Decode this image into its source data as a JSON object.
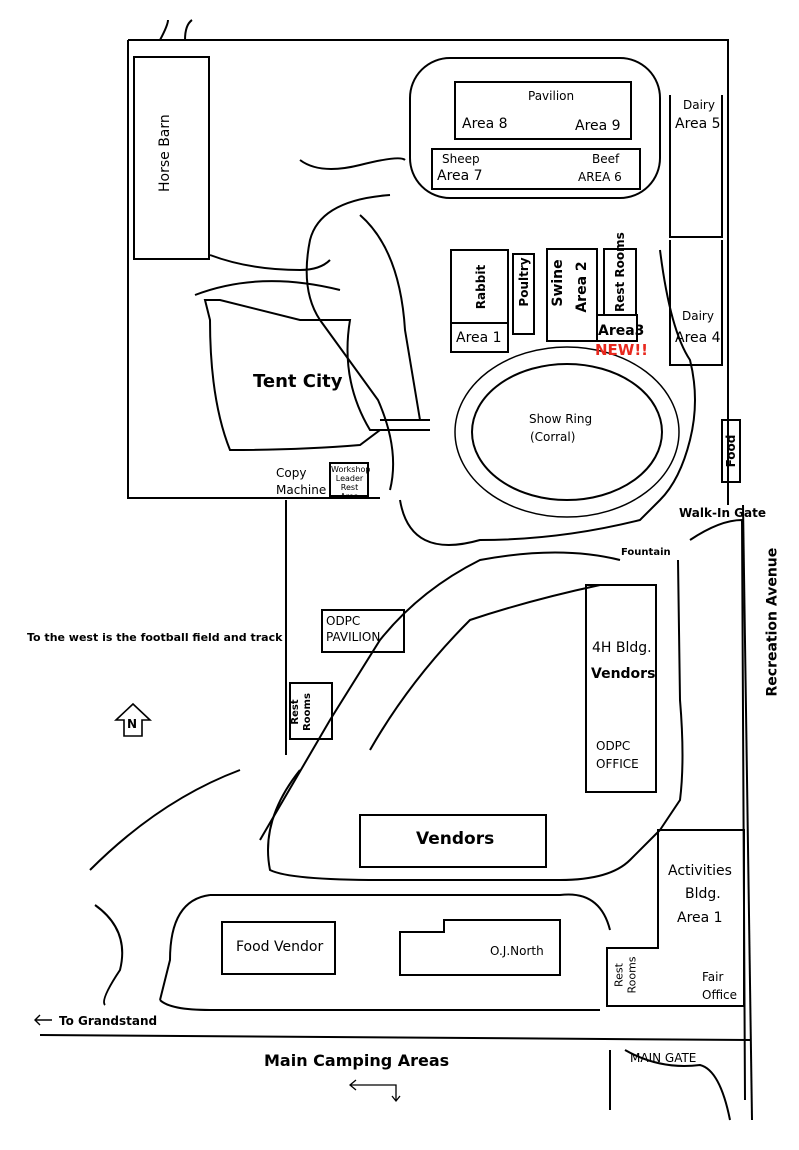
{
  "labels": {
    "horse_barn": "Horse Barn",
    "pavilion": "Pavilion",
    "area8": "Area 8",
    "area9": "Area 9",
    "sheep": "Sheep",
    "area7": "Area 7",
    "beef": "Beef",
    "area6": "AREA 6",
    "dairy_top": "Dairy",
    "area5": "Area 5",
    "rabbit": "Rabbit",
    "poultry": "Poultry",
    "swine": "Swine",
    "area2": "Area 2",
    "rest_rooms": "Rest Rooms",
    "area1_top": "Area 1",
    "area3": "Area3",
    "new": "NEW!!",
    "dairy_bottom": "Dairy",
    "area4": "Area 4",
    "tent_city": "Tent City",
    "show_ring": "Show Ring",
    "corral": "(Corral)",
    "food": "Food",
    "copy_machine": "Copy Machine",
    "workshop": "Workshop Leader Rest Area",
    "walk_in_gate": "Walk-In Gate",
    "fountain": "Fountain",
    "recreation_avenue": "Recreation Avenue",
    "west_note": "To the west is the football field and track",
    "odpc_pavilion": "ODPC PAVILION",
    "rest_rooms_left": "Rest Rooms",
    "north": "N",
    "bldg_4h": "4H Bldg.",
    "vendors_4h": "Vendors",
    "odpc_office": "ODPC OFFICE",
    "vendors": "Vendors",
    "activities": "Activities",
    "bldg": "Bldg.",
    "area1_bottom": "Area 1",
    "food_vendor": "Food Vendor",
    "oj_north": "O.J.North",
    "rest_rooms_bottom": "Rest Rooms",
    "fair_office": "Fair Office",
    "to_grandstand": "To Grandstand",
    "main_camping": "Main Camping Areas",
    "main_gate": "MAIN GATE"
  },
  "colors": {
    "line": "#000000",
    "accent": "#e8281e",
    "background": "#ffffff"
  },
  "icons": [
    "north-arrow-icon",
    "left-arrow-icon",
    "down-arrow-icon"
  ]
}
